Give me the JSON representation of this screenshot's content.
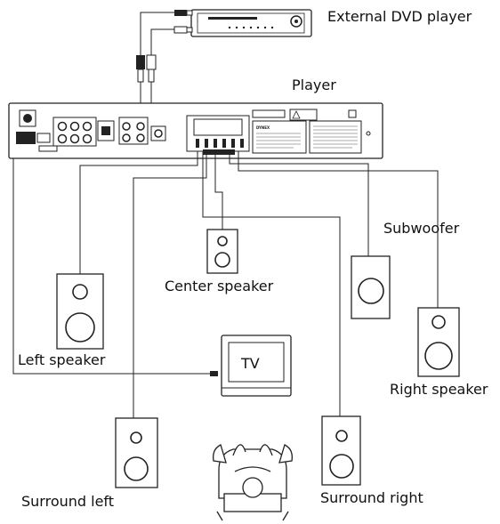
{
  "labels": {
    "external_dvd_player": "External DVD player",
    "player": "Player",
    "subwoofer": "Subwoofer",
    "center_speaker": "Center speaker",
    "left_speaker": "Left speaker",
    "tv": "TV",
    "right_speaker": "Right speaker",
    "surround_left": "Surround left",
    "surround_right": "Surround right"
  },
  "player_panel": {
    "brand": "DYNEX"
  }
}
